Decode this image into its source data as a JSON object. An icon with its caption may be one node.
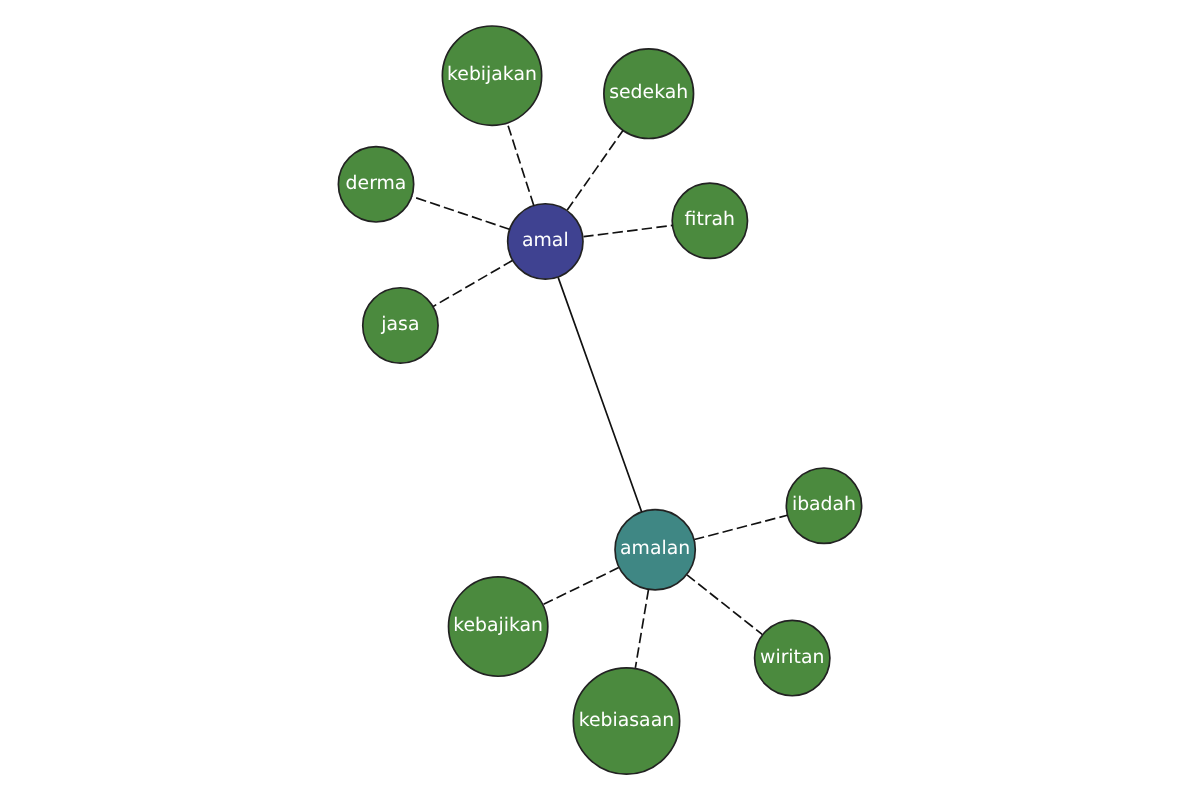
{
  "diagram": {
    "nodes": [
      {
        "text": [
          "amal"
        ]
      },
      {
        "text": [
          "fitrah"
        ]
      },
      {
        "text": [
          "jasa"
        ]
      },
      {
        "text": [
          "derma"
        ]
      },
      {
        "text": [
          "sedekah"
        ]
      },
      {
        "text": [
          "kebijakan"
        ]
      },
      {
        "text": [
          "amalan"
        ]
      },
      {
        "text": [
          "wiritan"
        ]
      },
      {
        "text": [
          "kebajikan"
        ]
      },
      {
        "text": [
          "kebiasaan"
        ]
      },
      {
        "text": [
          "ibadah"
        ]
      }
    ],
    "edges": [
      {
        "from": 0,
        "to": 6,
        "arrow": "none"
      },
      {
        "from": 0,
        "to": 1,
        "arrow": "none",
        "style": "dashed"
      },
      {
        "from": 0,
        "to": 2,
        "arrow": "none",
        "style": "dashed"
      },
      {
        "from": 0,
        "to": 3,
        "arrow": "none",
        "style": "dashed"
      },
      {
        "from": 0,
        "to": 4,
        "arrow": "none",
        "style": "dashed"
      },
      {
        "from": 0,
        "to": 5,
        "arrow": "none",
        "style": "dashed"
      },
      {
        "from": 6,
        "to": 7,
        "arrow": "none",
        "style": "dashed"
      },
      {
        "from": 6,
        "to": 8,
        "arrow": "none",
        "style": "dashed"
      },
      {
        "from": 6,
        "to": 9,
        "arrow": "none",
        "style": "dashed"
      },
      {
        "from": 6,
        "to": 10,
        "arrow": "none",
        "style": "dashed"
      }
    ]
  }
}
